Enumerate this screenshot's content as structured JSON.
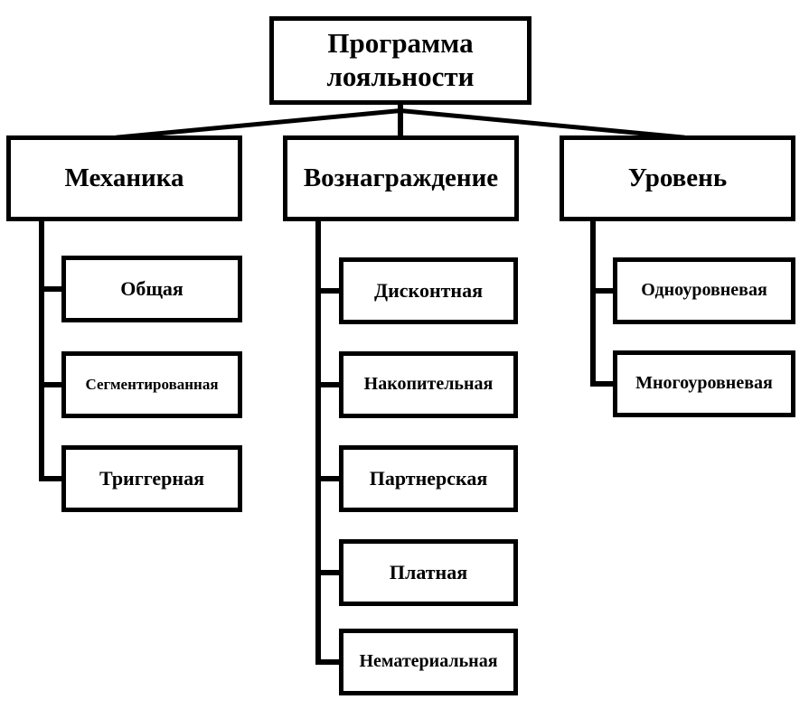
{
  "diagram": {
    "title": "Программа лояльности",
    "root": {
      "label": "Программа лояльности"
    },
    "branches": [
      {
        "id": "mechanics",
        "label": "Механика",
        "children": [
          {
            "label": "Общая"
          },
          {
            "label": "Сегментированная"
          },
          {
            "label": "Триггерная"
          }
        ]
      },
      {
        "id": "reward",
        "label": "Вознаграждение",
        "children": [
          {
            "label": "Дисконтная"
          },
          {
            "label": "Накопительная"
          },
          {
            "label": "Партнерская"
          },
          {
            "label": "Платная"
          },
          {
            "label": "Нематериальная"
          }
        ]
      },
      {
        "id": "level",
        "label": "Уровень",
        "children": [
          {
            "label": "Одноуровневая"
          },
          {
            "label": "Многоуровневая"
          }
        ]
      }
    ],
    "colors": {
      "line": "#000000",
      "box_fill": "#ffffff",
      "text": "#000000",
      "background": "#ffffff"
    }
  }
}
